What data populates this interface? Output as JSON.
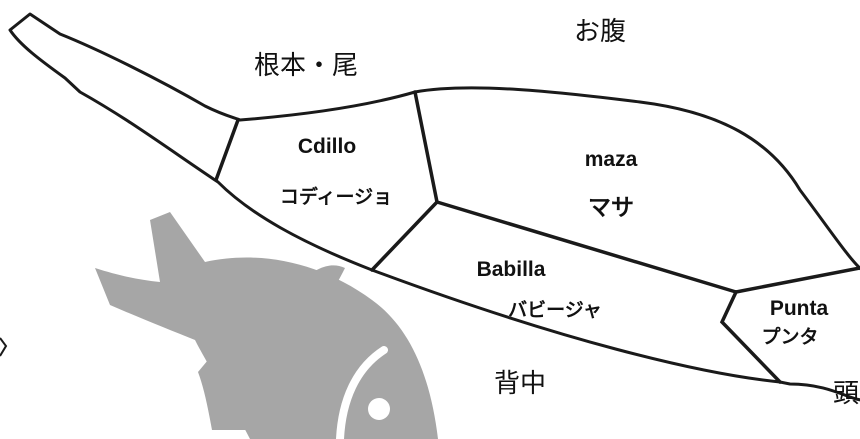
{
  "directions": {
    "belly": "お腹",
    "tail": "根本・尾",
    "back": "背中",
    "head": "頭"
  },
  "cuts": [
    {
      "name_es": "Cdillo",
      "name_ja": "コディージョ"
    },
    {
      "name_es": "maza",
      "name_ja": "マサ"
    },
    {
      "name_es": "Babilla",
      "name_ja": "バビージャ"
    },
    {
      "name_es": "Punta",
      "name_ja": "プンタ"
    }
  ],
  "colors": {
    "outline": "#1a1a1a",
    "fish_icon": "#a6a6a6",
    "background": "#ffffff"
  }
}
